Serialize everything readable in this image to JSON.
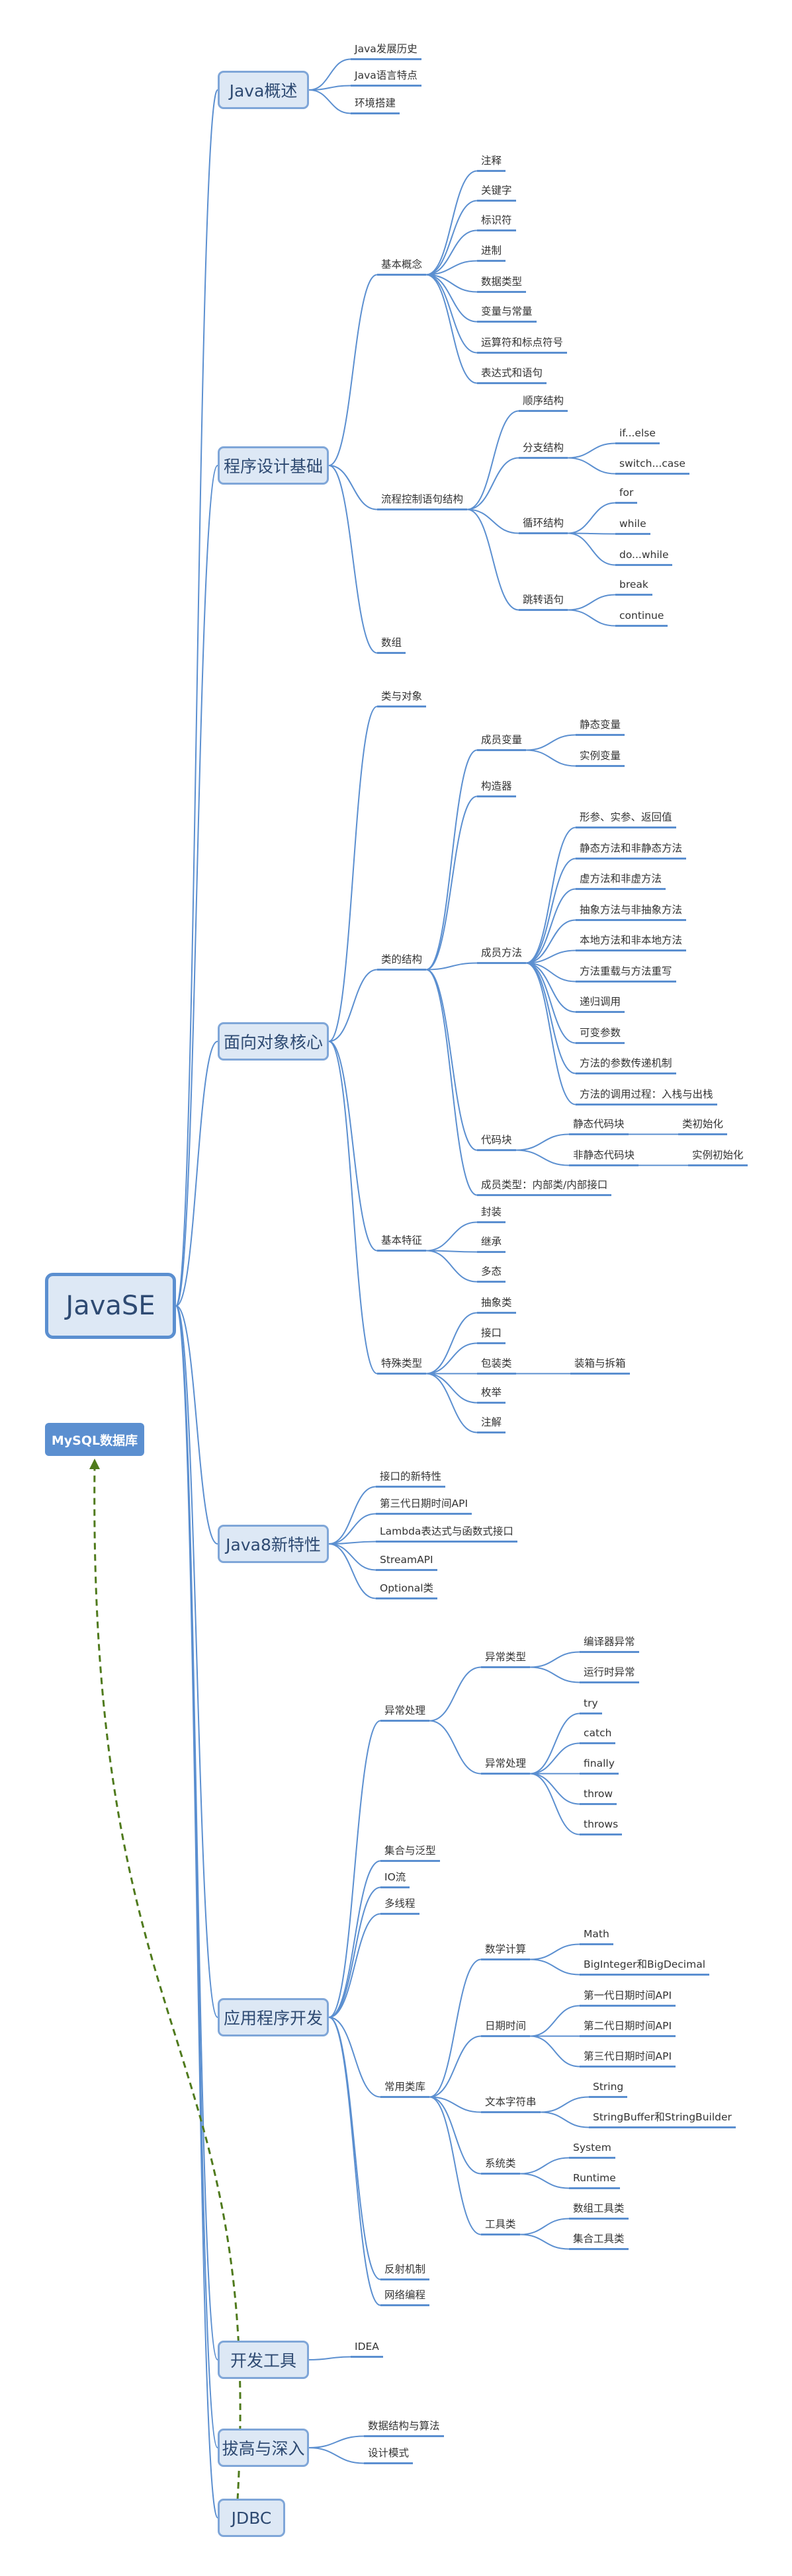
{
  "root": "JavaSE",
  "mysql": "MySQL数据库",
  "branches": [
    {
      "label": "Java概述",
      "children": [
        {
          "label": "Java发展历史"
        },
        {
          "label": "Java语言特点"
        },
        {
          "label": "环境搭建"
        }
      ]
    },
    {
      "label": "程序设计基础",
      "children": [
        {
          "label": "基本概念",
          "children": [
            {
              "label": "注释"
            },
            {
              "label": "关键字"
            },
            {
              "label": "标识符"
            },
            {
              "label": "进制"
            },
            {
              "label": "数据类型"
            },
            {
              "label": "变量与常量"
            },
            {
              "label": "运算符和标点符号"
            },
            {
              "label": "表达式和语句"
            }
          ]
        },
        {
          "label": "流程控制语句结构",
          "children": [
            {
              "label": "顺序结构"
            },
            {
              "label": "分支结构",
              "children": [
                {
                  "label": "if...else"
                },
                {
                  "label": "switch...case"
                }
              ]
            },
            {
              "label": "循环结构",
              "children": [
                {
                  "label": "for"
                },
                {
                  "label": "while"
                },
                {
                  "label": "do...while"
                }
              ]
            },
            {
              "label": "跳转语句",
              "children": [
                {
                  "label": "break"
                },
                {
                  "label": "continue"
                }
              ]
            }
          ]
        },
        {
          "label": "数组"
        }
      ]
    },
    {
      "label": "面向对象核心",
      "children": [
        {
          "label": "类与对象"
        },
        {
          "label": "类的结构",
          "children": [
            {
              "label": "成员变量",
              "children": [
                {
                  "label": "静态变量"
                },
                {
                  "label": "实例变量"
                }
              ]
            },
            {
              "label": "构造器"
            },
            {
              "label": "成员方法",
              "children": [
                {
                  "label": "形参、实参、返回值"
                },
                {
                  "label": "静态方法和非静态方法"
                },
                {
                  "label": "虚方法和非虚方法"
                },
                {
                  "label": "抽象方法与非抽象方法"
                },
                {
                  "label": "本地方法和非本地方法"
                },
                {
                  "label": "方法重载与方法重写"
                },
                {
                  "label": "递归调用"
                },
                {
                  "label": "可变参数"
                },
                {
                  "label": "方法的参数传递机制"
                },
                {
                  "label": "方法的调用过程：入栈与出栈"
                }
              ]
            },
            {
              "label": "代码块",
              "children": [
                {
                  "label": "静态代码块",
                  "children": [
                    {
                      "label": "类初始化"
                    }
                  ]
                },
                {
                  "label": "非静态代码块",
                  "children": [
                    {
                      "label": "实例初始化"
                    }
                  ]
                }
              ]
            },
            {
              "label": "成员类型：内部类/内部接口"
            }
          ]
        },
        {
          "label": "基本特征",
          "children": [
            {
              "label": "封装"
            },
            {
              "label": "继承"
            },
            {
              "label": "多态"
            }
          ]
        },
        {
          "label": "特殊类型",
          "children": [
            {
              "label": "抽象类"
            },
            {
              "label": "接口"
            },
            {
              "label": "包装类",
              "children": [
                {
                  "label": "装箱与拆箱"
                }
              ]
            },
            {
              "label": "枚举"
            },
            {
              "label": "注解"
            }
          ]
        }
      ]
    },
    {
      "label": "Java8新特性",
      "children": [
        {
          "label": "接口的新特性"
        },
        {
          "label": "第三代日期时间API"
        },
        {
          "label": "Lambda表达式与函数式接口"
        },
        {
          "label": "StreamAPI"
        },
        {
          "label": "Optional类"
        }
      ]
    },
    {
      "label": "应用程序开发",
      "children": [
        {
          "label": "异常处理",
          "children": [
            {
              "label": "异常类型",
              "children": [
                {
                  "label": "编译器异常"
                },
                {
                  "label": "运行时异常"
                }
              ]
            },
            {
              "label": "异常处理",
              "children": [
                {
                  "label": "try"
                },
                {
                  "label": "catch"
                },
                {
                  "label": "finally"
                },
                {
                  "label": "throw"
                },
                {
                  "label": "throws"
                }
              ]
            }
          ]
        },
        {
          "label": "集合与泛型"
        },
        {
          "label": "IO流"
        },
        {
          "label": "多线程"
        },
        {
          "label": "常用类库",
          "children": [
            {
              "label": "数学计算",
              "children": [
                {
                  "label": "Math"
                },
                {
                  "label": "BigInteger和BigDecimal"
                }
              ]
            },
            {
              "label": "日期时间",
              "children": [
                {
                  "label": "第一代日期时间API"
                },
                {
                  "label": "第二代日期时间API"
                },
                {
                  "label": "第三代日期时间API"
                }
              ]
            },
            {
              "label": "文本字符串",
              "children": [
                {
                  "label": "String"
                },
                {
                  "label": "StringBuffer和StringBuilder"
                }
              ]
            },
            {
              "label": "系统类",
              "children": [
                {
                  "label": "System"
                },
                {
                  "label": "Runtime"
                }
              ]
            },
            {
              "label": "工具类",
              "children": [
                {
                  "label": "数组工具类"
                },
                {
                  "label": "集合工具类"
                }
              ]
            }
          ]
        },
        {
          "label": "反射机制"
        },
        {
          "label": "网络编程"
        }
      ]
    },
    {
      "label": "开发工具",
      "children": [
        {
          "label": "IDEA"
        }
      ]
    },
    {
      "label": "拔高与深入",
      "children": [
        {
          "label": "数据结构与算法"
        },
        {
          "label": "设计模式"
        }
      ]
    },
    {
      "label": "JDBC"
    }
  ]
}
